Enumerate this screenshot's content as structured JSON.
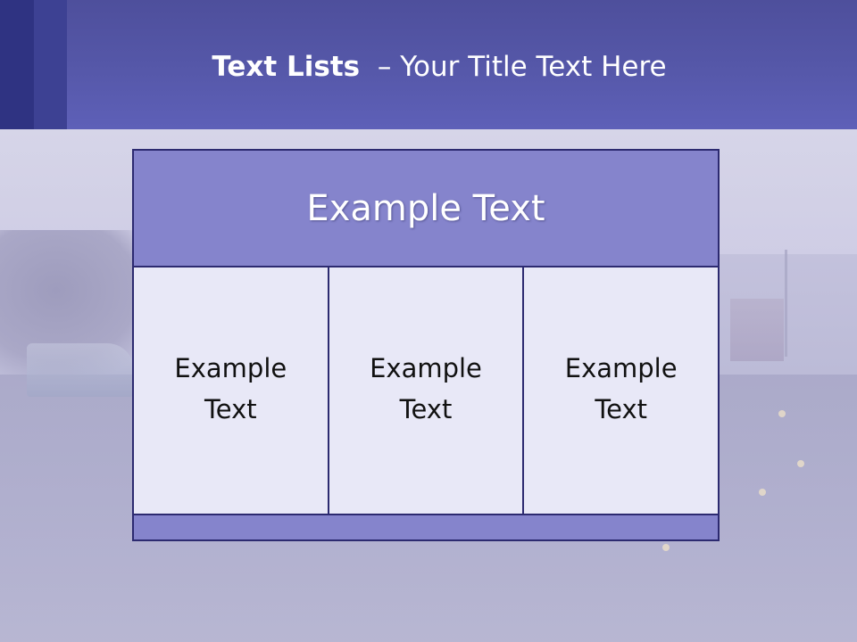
{
  "slide": {
    "title_bold": "Text Lists",
    "title_rest": "– Your Title Text Here",
    "header": "Example Text",
    "columns": [
      {
        "text": "Example Text"
      },
      {
        "text": "Example Text"
      },
      {
        "text": "Example Text"
      }
    ]
  },
  "colors": {
    "title_bar": "#5557a8",
    "corner_dark": "#2f3382",
    "header_fill": "#8584cc",
    "column_fill": "#e8e8f7",
    "border": "#2c2a70"
  }
}
